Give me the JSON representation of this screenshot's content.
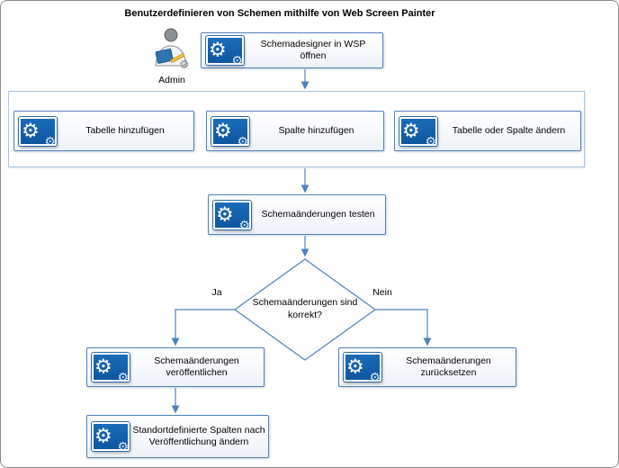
{
  "diagram": {
    "title": "Benutzerdefinieren von Schemen mithilfe von Web Screen Painter",
    "actor_label": "Admin",
    "nodes": {
      "open_designer": "Schemadesigner in WSP öffnen",
      "add_table": "Tabelle hinzufügen",
      "add_column": "Spalte hinzufügen",
      "change_table_or_column": "Tabelle oder Spalte ändern",
      "test_changes": "Schemaänderungen testen",
      "decision": "Schemaänderungen sind korrekt?",
      "publish_changes": "Schemaänderungen veröffentlichen",
      "revert_changes": "Schemaänderungen zurücksetzen",
      "change_site_defined": "Standortdefinierte Spalten nach Veröffentlichung ändern"
    },
    "edge_labels": {
      "yes": "Ja",
      "no": "Nein"
    },
    "icons": {
      "gear": "⚙"
    },
    "colors": {
      "connector": "#4f81bd",
      "box_border": "#4f81bd",
      "icon_background": "#0e56a0",
      "group_border": "#a9c4e3"
    }
  }
}
